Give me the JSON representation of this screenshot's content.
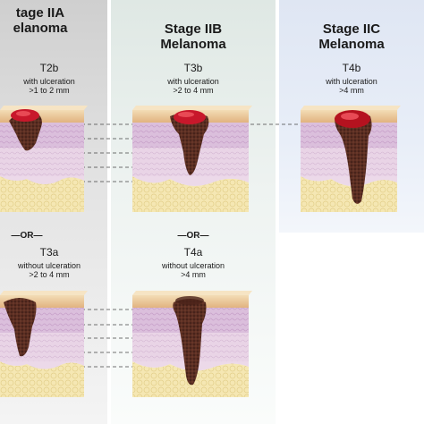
{
  "stage_a": {
    "title": "tage IIA",
    "subtitle": "elanoma"
  },
  "stage_b": {
    "title": "Stage IIB",
    "subtitle": "Melanoma"
  },
  "stage_c": {
    "title": "Stage IIC",
    "subtitle": "Melanoma"
  },
  "a_top": {
    "code": "T2b",
    "ulceration": "with ulceration",
    "depth": ">1 to 2 mm"
  },
  "b_top": {
    "code": "T3b",
    "ulceration": "with ulceration",
    "depth": ">2 to 4 mm"
  },
  "c_top": {
    "code": "T4b",
    "ulceration": "with ulceration",
    "depth": ">4 mm"
  },
  "or_label": "—OR—",
  "a_bottom": {
    "code": "T3a",
    "ulceration": "without ulceration",
    "depth": ">2 to 4 mm"
  },
  "b_bottom": {
    "code": "T4a",
    "ulceration": "without ulceration",
    "depth": ">4 mm"
  },
  "colors": {
    "skin_top": "#e9c79a",
    "dermis": "#d7b7d6",
    "fat": "#f4e3a8",
    "tumor": "#5b2e22",
    "ulcer": "#c8182b"
  }
}
